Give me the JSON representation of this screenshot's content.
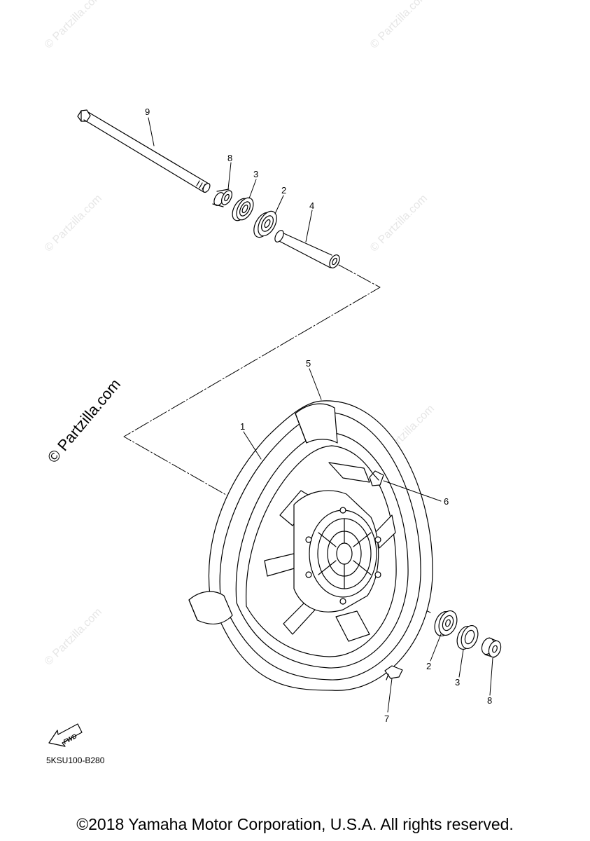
{
  "callouts": {
    "p1": "1",
    "p2a": "2",
    "p2b": "2",
    "p3a": "3",
    "p3b": "3",
    "p4": "4",
    "p5": "5",
    "p6": "6",
    "p7": "7",
    "p8a": "8",
    "p8b": "8",
    "p9": "9"
  },
  "fwd_label": "FWD",
  "part_code": "5KSU100-B280",
  "watermark_main": "© Partzilla.com",
  "watermark_faint": "© Partzilla.com",
  "copyright": "©2018 Yamaha Motor Corporation, U.S.A. All rights reserved.",
  "colors": {
    "ink": "#000000",
    "watermark": "#e6e6e6",
    "background": "#ffffff"
  }
}
